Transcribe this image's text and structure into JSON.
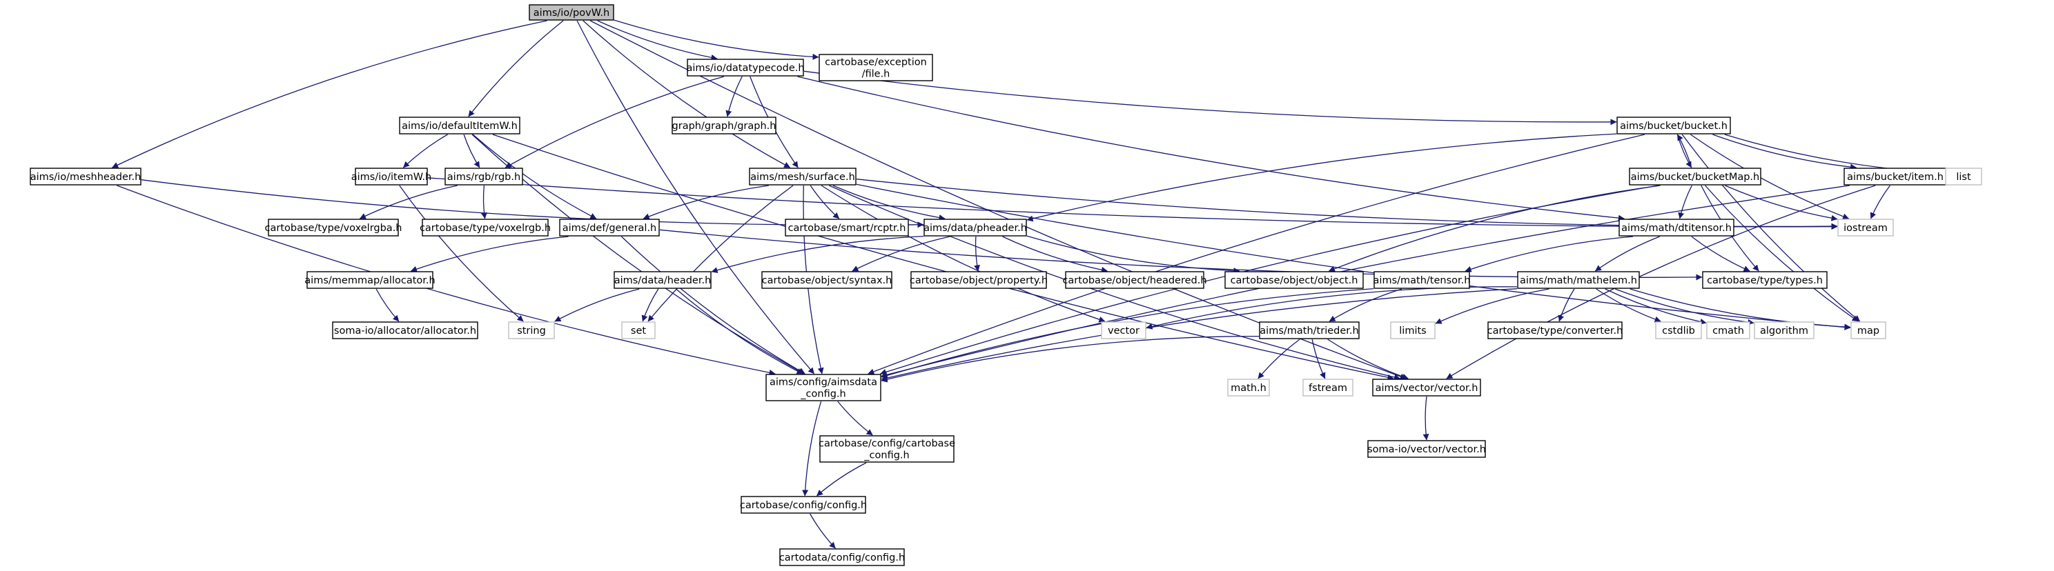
{
  "diagram": {
    "colors": {
      "edge": "#191970",
      "root_fill": "#bfbfbf",
      "system_header_border": "#bfbfbf",
      "node_border": "#000000"
    },
    "nodes": [
      {
        "id": "povw",
        "label": "aims/io/povW.h",
        "kind": "root"
      },
      {
        "id": "datatypecode",
        "label": "aims/io/datatypecode.h",
        "kind": "local"
      },
      {
        "id": "cbexception",
        "lines": [
          "cartobase/exception",
          "/file.h"
        ],
        "kind": "local"
      },
      {
        "id": "defaultitemw",
        "label": "aims/io/defaultItemW.h",
        "kind": "local"
      },
      {
        "id": "graph",
        "label": "graph/graph/graph.h",
        "kind": "local"
      },
      {
        "id": "bucket",
        "label": "aims/bucket/bucket.h",
        "kind": "local"
      },
      {
        "id": "meshheader",
        "label": "aims/io/meshheader.h",
        "kind": "local"
      },
      {
        "id": "itemw",
        "label": "aims/io/itemW.h",
        "kind": "local"
      },
      {
        "id": "rgb",
        "label": "aims/rgb/rgb.h",
        "kind": "local"
      },
      {
        "id": "surface",
        "label": "aims/mesh/surface.h",
        "kind": "local"
      },
      {
        "id": "bucketmap",
        "label": "aims/bucket/bucketMap.h",
        "kind": "local"
      },
      {
        "id": "item",
        "label": "aims/bucket/item.h",
        "kind": "local"
      },
      {
        "id": "list",
        "label": "list",
        "kind": "system"
      },
      {
        "id": "voxelrgba",
        "label": "cartobase/type/voxelrgba.h",
        "kind": "local"
      },
      {
        "id": "voxelrgb",
        "label": "cartobase/type/voxelrgb.h",
        "kind": "local"
      },
      {
        "id": "general",
        "label": "aims/def/general.h",
        "kind": "local"
      },
      {
        "id": "rcptr",
        "label": "cartobase/smart/rcptr.h",
        "kind": "local"
      },
      {
        "id": "pheader",
        "label": "aims/data/pheader.h",
        "kind": "local"
      },
      {
        "id": "dtitensor",
        "label": "aims/math/dtitensor.h",
        "kind": "local"
      },
      {
        "id": "iostream",
        "label": "iostream",
        "kind": "system"
      },
      {
        "id": "allocatorh",
        "label": "aims/memmap/allocator.h",
        "kind": "local"
      },
      {
        "id": "header",
        "label": "aims/data/header.h",
        "kind": "local"
      },
      {
        "id": "syntax",
        "label": "cartobase/object/syntax.h",
        "kind": "local"
      },
      {
        "id": "property",
        "label": "cartobase/object/property.h",
        "kind": "local"
      },
      {
        "id": "headered",
        "label": "cartobase/object/headered.h",
        "kind": "local"
      },
      {
        "id": "object",
        "label": "cartobase/object/object.h",
        "kind": "local"
      },
      {
        "id": "tensor",
        "label": "aims/math/tensor.h",
        "kind": "local"
      },
      {
        "id": "mathelem",
        "label": "aims/math/mathelem.h",
        "kind": "local"
      },
      {
        "id": "types",
        "label": "cartobase/type/types.h",
        "kind": "local"
      },
      {
        "id": "somaalloc",
        "label": "soma-io/allocator/allocator.h",
        "kind": "local"
      },
      {
        "id": "string",
        "label": "string",
        "kind": "system"
      },
      {
        "id": "set",
        "label": "set",
        "kind": "system"
      },
      {
        "id": "vector",
        "label": "vector",
        "kind": "system"
      },
      {
        "id": "limits",
        "label": "limits",
        "kind": "system"
      },
      {
        "id": "converter",
        "label": "cartobase/type/converter.h",
        "kind": "local"
      },
      {
        "id": "cstdlib",
        "label": "cstdlib",
        "kind": "system"
      },
      {
        "id": "cmath",
        "label": "cmath",
        "kind": "system"
      },
      {
        "id": "algorithm",
        "label": "algorithm",
        "kind": "system"
      },
      {
        "id": "map",
        "label": "map",
        "kind": "system"
      },
      {
        "id": "trieder",
        "label": "aims/math/trieder.h",
        "kind": "local"
      },
      {
        "id": "aimsdataconfig",
        "lines": [
          "aims/config/aimsdata",
          "_config.h"
        ],
        "kind": "local"
      },
      {
        "id": "mathh",
        "label": "math.h",
        "kind": "system"
      },
      {
        "id": "fstream",
        "label": "fstream",
        "kind": "system"
      },
      {
        "id": "vectorh",
        "label": "aims/vector/vector.h",
        "kind": "local"
      },
      {
        "id": "cbconfig",
        "lines": [
          "cartobase/config/cartobase",
          "_config.h"
        ],
        "kind": "local"
      },
      {
        "id": "somavector",
        "label": "soma-io/vector/vector.h",
        "kind": "local"
      },
      {
        "id": "config",
        "label": "cartobase/config/config.h",
        "kind": "local"
      },
      {
        "id": "cdconfig",
        "label": "cartodata/config/config.h",
        "kind": "local"
      }
    ],
    "edges": [
      [
        "povw",
        "datatypecode"
      ],
      [
        "povw",
        "cbexception"
      ],
      [
        "povw",
        "defaultitemw"
      ],
      [
        "povw",
        "meshheader"
      ],
      [
        "povw",
        "surface"
      ],
      [
        "povw",
        "aimsdataconfig"
      ],
      [
        "povw",
        "vectorh"
      ],
      [
        "datatypecode",
        "graph"
      ],
      [
        "datatypecode",
        "bucket"
      ],
      [
        "datatypecode",
        "rgb"
      ],
      [
        "datatypecode",
        "surface"
      ],
      [
        "datatypecode",
        "dtitensor"
      ],
      [
        "defaultitemw",
        "itemw"
      ],
      [
        "defaultitemw",
        "rgb"
      ],
      [
        "defaultitemw",
        "general"
      ],
      [
        "defaultitemw",
        "aimsdataconfig"
      ],
      [
        "defaultitemw",
        "vectorh"
      ],
      [
        "meshheader",
        "pheader"
      ],
      [
        "meshheader",
        "aimsdataconfig"
      ],
      [
        "itemw",
        "iostream"
      ],
      [
        "itemw",
        "string"
      ],
      [
        "rgb",
        "voxelrgba"
      ],
      [
        "rgb",
        "voxelrgb"
      ],
      [
        "surface",
        "general"
      ],
      [
        "surface",
        "rcptr"
      ],
      [
        "surface",
        "pheader"
      ],
      [
        "surface",
        "iostream"
      ],
      [
        "surface",
        "set"
      ],
      [
        "surface",
        "vector"
      ],
      [
        "surface",
        "map"
      ],
      [
        "surface",
        "aimsdataconfig"
      ],
      [
        "surface",
        "vectorh"
      ],
      [
        "bucket",
        "bucketmap"
      ],
      [
        "bucket",
        "item"
      ],
      [
        "bucket",
        "list"
      ],
      [
        "bucket",
        "iostream"
      ],
      [
        "bucket",
        "map"
      ],
      [
        "bucket",
        "pheader"
      ],
      [
        "bucket",
        "aimsdataconfig"
      ],
      [
        "bucketmap",
        "bucket"
      ],
      [
        "bucketmap",
        "iostream"
      ],
      [
        "bucketmap",
        "dtitensor"
      ],
      [
        "bucketmap",
        "object"
      ],
      [
        "bucketmap",
        "types"
      ],
      [
        "bucketmap",
        "map"
      ],
      [
        "bucketmap",
        "aimsdataconfig"
      ],
      [
        "item",
        "iostream"
      ],
      [
        "item",
        "aimsdataconfig"
      ],
      [
        "item",
        "vectorh"
      ],
      [
        "general",
        "allocatorh"
      ],
      [
        "general",
        "types"
      ],
      [
        "general",
        "aimsdataconfig"
      ],
      [
        "pheader",
        "header"
      ],
      [
        "pheader",
        "syntax"
      ],
      [
        "pheader",
        "property"
      ],
      [
        "pheader",
        "headered"
      ],
      [
        "pheader",
        "object"
      ],
      [
        "dtitensor",
        "tensor"
      ],
      [
        "dtitensor",
        "mathelem"
      ],
      [
        "dtitensor",
        "types"
      ],
      [
        "allocatorh",
        "somaalloc"
      ],
      [
        "header",
        "string"
      ],
      [
        "header",
        "set"
      ],
      [
        "header",
        "aimsdataconfig"
      ],
      [
        "tensor",
        "trieder"
      ],
      [
        "tensor",
        "aimsdataconfig"
      ],
      [
        "mathelem",
        "limits"
      ],
      [
        "mathelem",
        "converter"
      ],
      [
        "mathelem",
        "cstdlib"
      ],
      [
        "mathelem",
        "cmath"
      ],
      [
        "mathelem",
        "algorithm"
      ],
      [
        "mathelem",
        "map"
      ],
      [
        "mathelem",
        "vector"
      ],
      [
        "mathelem",
        "aimsdataconfig"
      ],
      [
        "trieder",
        "mathh"
      ],
      [
        "trieder",
        "fstream"
      ],
      [
        "trieder",
        "vectorh"
      ],
      [
        "trieder",
        "aimsdataconfig"
      ],
      [
        "vectorh",
        "somavector"
      ],
      [
        "aimsdataconfig",
        "cbconfig"
      ],
      [
        "aimsdataconfig",
        "config"
      ],
      [
        "cbconfig",
        "config"
      ],
      [
        "config",
        "cdconfig"
      ]
    ]
  }
}
